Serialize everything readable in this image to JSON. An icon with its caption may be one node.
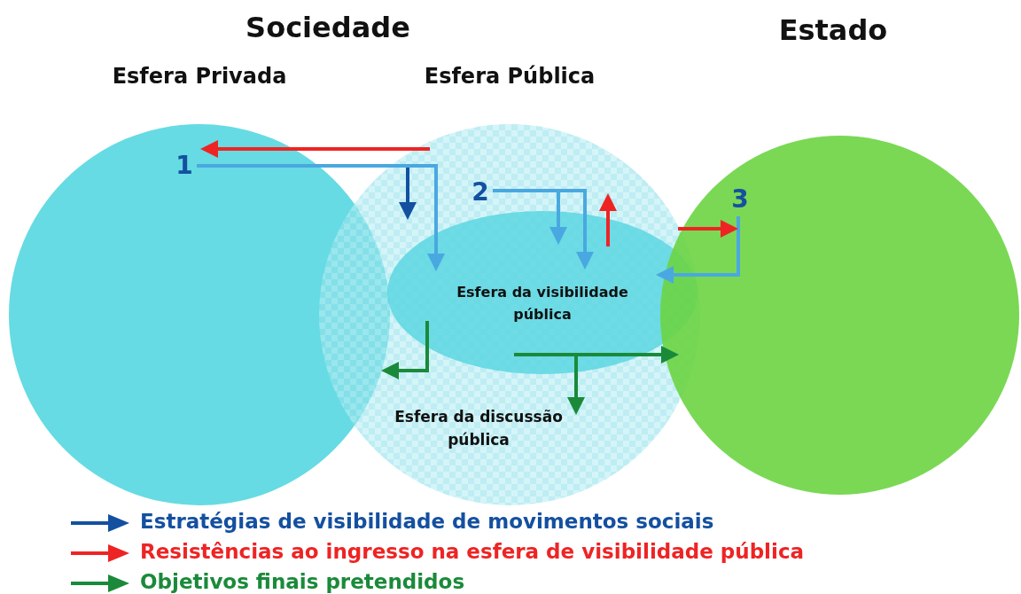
{
  "diagram": {
    "nodes": [
      {
        "text": [
          "Esfera Privada"
        ]
      },
      {
        "text": [
          "Esfera Pública",
          "Esfera da discussão pública"
        ]
      },
      {
        "text": [
          "Esfera da visibilidade pública"
        ],
        "in": 1
      },
      {
        "text": [
          "Estado"
        ]
      },
      {
        "text": [
          "1"
        ],
        "in": 0
      },
      {
        "text": [
          "2"
        ],
        "in": 1
      },
      {
        "text": [
          "3"
        ],
        "in": 3
      }
    ],
    "edges": [
      {
        "from": 4,
        "to": 1,
        "arrow": "to"
      },
      {
        "from": 4,
        "to": 2,
        "arrow": "to",
        "color": "#4aa8e0"
      },
      {
        "from": 1,
        "to": 0,
        "arrow": "to",
        "color": "#ee2424"
      },
      {
        "from": 5,
        "to": 2,
        "arrow": "to",
        "color": "#4aa8e0"
      },
      {
        "from": 5,
        "to": 2,
        "arrow": "to",
        "color": "#4aa8e0"
      },
      {
        "from": 2,
        "to": 1,
        "arrow": "to",
        "color": "#ee2424"
      },
      {
        "from": 6,
        "to": 2,
        "arrow": "to",
        "color": "#4aa8e0"
      },
      {
        "from": 2,
        "to": 6,
        "arrow": "to",
        "color": "#ee2424"
      },
      {
        "from": 2,
        "to": 0,
        "arrow": "to",
        "color": "#1a8a3a"
      },
      {
        "from": 2,
        "to": 1,
        "arrow": "to",
        "color": "#1a8a3a"
      },
      {
        "from": 2,
        "to": 3,
        "arrow": "to",
        "color": "#1a8a3a"
      }
    ],
    "labels": [
      "Sociedade"
    ],
    "legend": [
      {
        "text": "Estratégias de visibilidade de movimentos sociais"
      },
      {
        "text": "Resistências ao ingresso na esfera de visibilidade pública"
      },
      {
        "text": "Objetivos finais pretendidos"
      }
    ]
  }
}
